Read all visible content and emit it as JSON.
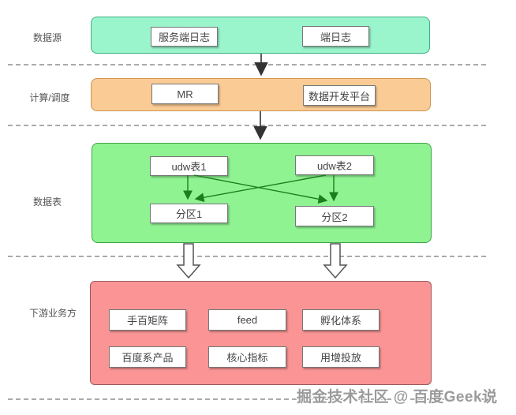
{
  "sections": {
    "source": {
      "label": "数据源",
      "items": [
        "服务端日志",
        "端日志"
      ]
    },
    "compute": {
      "label": "计算/调度",
      "items": [
        "MR",
        "数据开发平台"
      ]
    },
    "tables": {
      "label": "数据表",
      "upstream": [
        "udw表1",
        "udw表2"
      ],
      "partitions": [
        "分区1",
        "分区2"
      ]
    },
    "downstream": {
      "label": "下游业务方",
      "items": [
        "手百矩阵",
        "feed",
        "孵化体系",
        "百度系产品",
        "核心指标",
        "用增投放"
      ]
    }
  },
  "watermark": "掘金技术社区 @ 百度Geek说",
  "colors": {
    "source_fill": "#9AF5CD",
    "compute_fill": "#FACB95",
    "tables_fill": "#90F392",
    "downstream_fill": "#FB9595",
    "connector_arrow": "#333333",
    "table_arrow": "#1B7E1B",
    "dashed_line": "#AAAAAA",
    "watermark_text": "#9A9A9A"
  }
}
